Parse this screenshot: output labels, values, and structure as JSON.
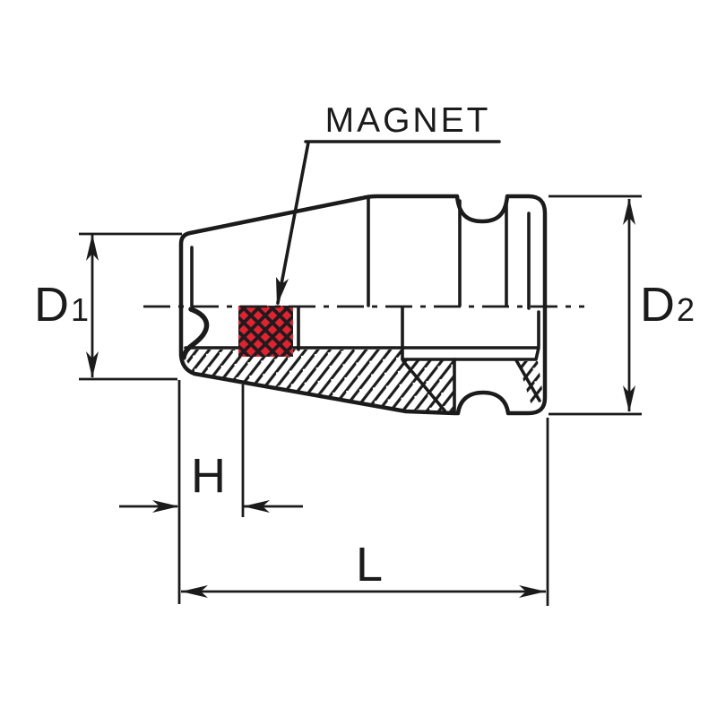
{
  "drawing": {
    "callout": {
      "label": "MAGNET"
    },
    "dims": {
      "d1_base": "D",
      "d1_sub": "1",
      "d2_base": "D",
      "d2_sub": "2",
      "h": "H",
      "l": "L"
    },
    "colors": {
      "line": "#1b1b1b",
      "magnet_body": "#1d1d1f",
      "magnet_dots": "#e8202d",
      "background": "#ffffff"
    }
  }
}
